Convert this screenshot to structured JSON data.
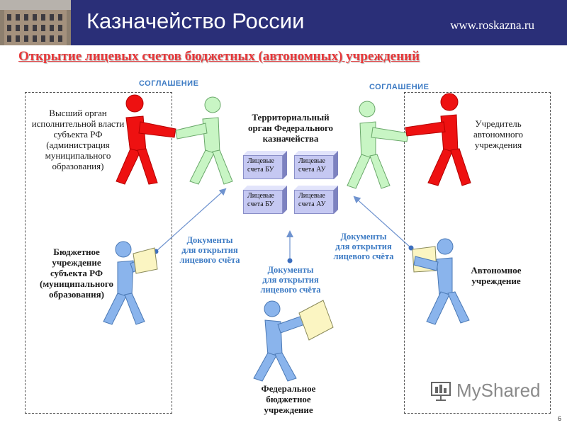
{
  "header": {
    "org_title": "Казначейство России",
    "url": "www.roskazna.ru"
  },
  "slide_title": "Открытие лицевых счетов бюджетных (автономных) учреждений",
  "agreement_left": "СОГЛАШЕНИЕ",
  "agreement_right": "СОГЛАШЕНИЕ",
  "center": {
    "title_lines": [
      "Территориальный",
      "орган Федерального",
      "казначейства"
    ],
    "accounts": [
      {
        "lines": [
          "Лицевые",
          "счета БУ"
        ]
      },
      {
        "lines": [
          "Лицевые",
          "счета АУ"
        ]
      },
      {
        "lines": [
          "Лицевые",
          "счета БУ"
        ]
      },
      {
        "lines": [
          "Лицевые",
          "счета АУ"
        ]
      }
    ]
  },
  "left_authority": [
    "Высший орган",
    "исполнительной власти",
    "субъекта РФ",
    "(администрация",
    "муниципального",
    "образования)"
  ],
  "right_founder": [
    "Учредитель",
    "автономного",
    "учреждения"
  ],
  "left_institution": [
    "Бюджетное",
    "учреждение",
    "субъекта РФ",
    "(муниципального",
    "образования)"
  ],
  "right_institution": [
    "Автономное",
    "учреждение"
  ],
  "federal_institution": [
    "Федеральное",
    "бюджетное",
    "учреждение"
  ],
  "documents": {
    "left": [
      "Документы",
      "для открытия",
      "лицевого счёта"
    ],
    "center": [
      "Документы",
      "для открытия",
      "лицевого счёта"
    ],
    "right": [
      "Документы",
      "для открытия",
      "лицевого счёта"
    ]
  },
  "colors": {
    "header_bg": "#2a2f78",
    "title_red": "#e8383a",
    "figure_red": "#ee1111",
    "figure_green": "#c8f5c4",
    "figure_blue": "#8ab4ec",
    "arrow_blue": "#6f93cf",
    "label_blue": "#3d7bc4"
  },
  "watermark": "MyShared",
  "page_number": "6"
}
